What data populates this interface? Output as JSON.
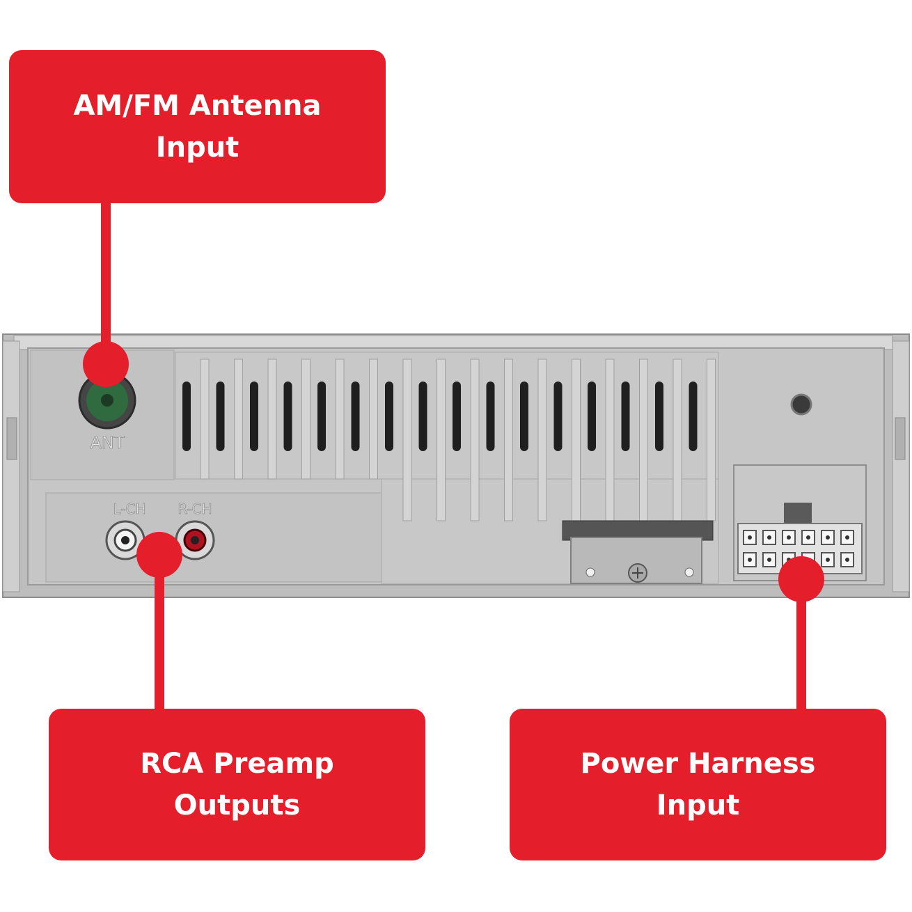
{
  "callouts": {
    "antenna": {
      "line1": "AM/FM Antenna",
      "line2": "Input"
    },
    "rca": {
      "line1": "RCA Preamp",
      "line2": "Outputs"
    },
    "power": {
      "line1": "Power Harness",
      "line2": "Input"
    }
  },
  "panel_labels": {
    "antenna": "ANT",
    "left_channel": "L-CH",
    "right_channel": "R-CH"
  },
  "colors": {
    "callout_red": "#e41e2b",
    "panel_gray": "#c9c9c9",
    "antenna_green": "#2f6b3f"
  }
}
